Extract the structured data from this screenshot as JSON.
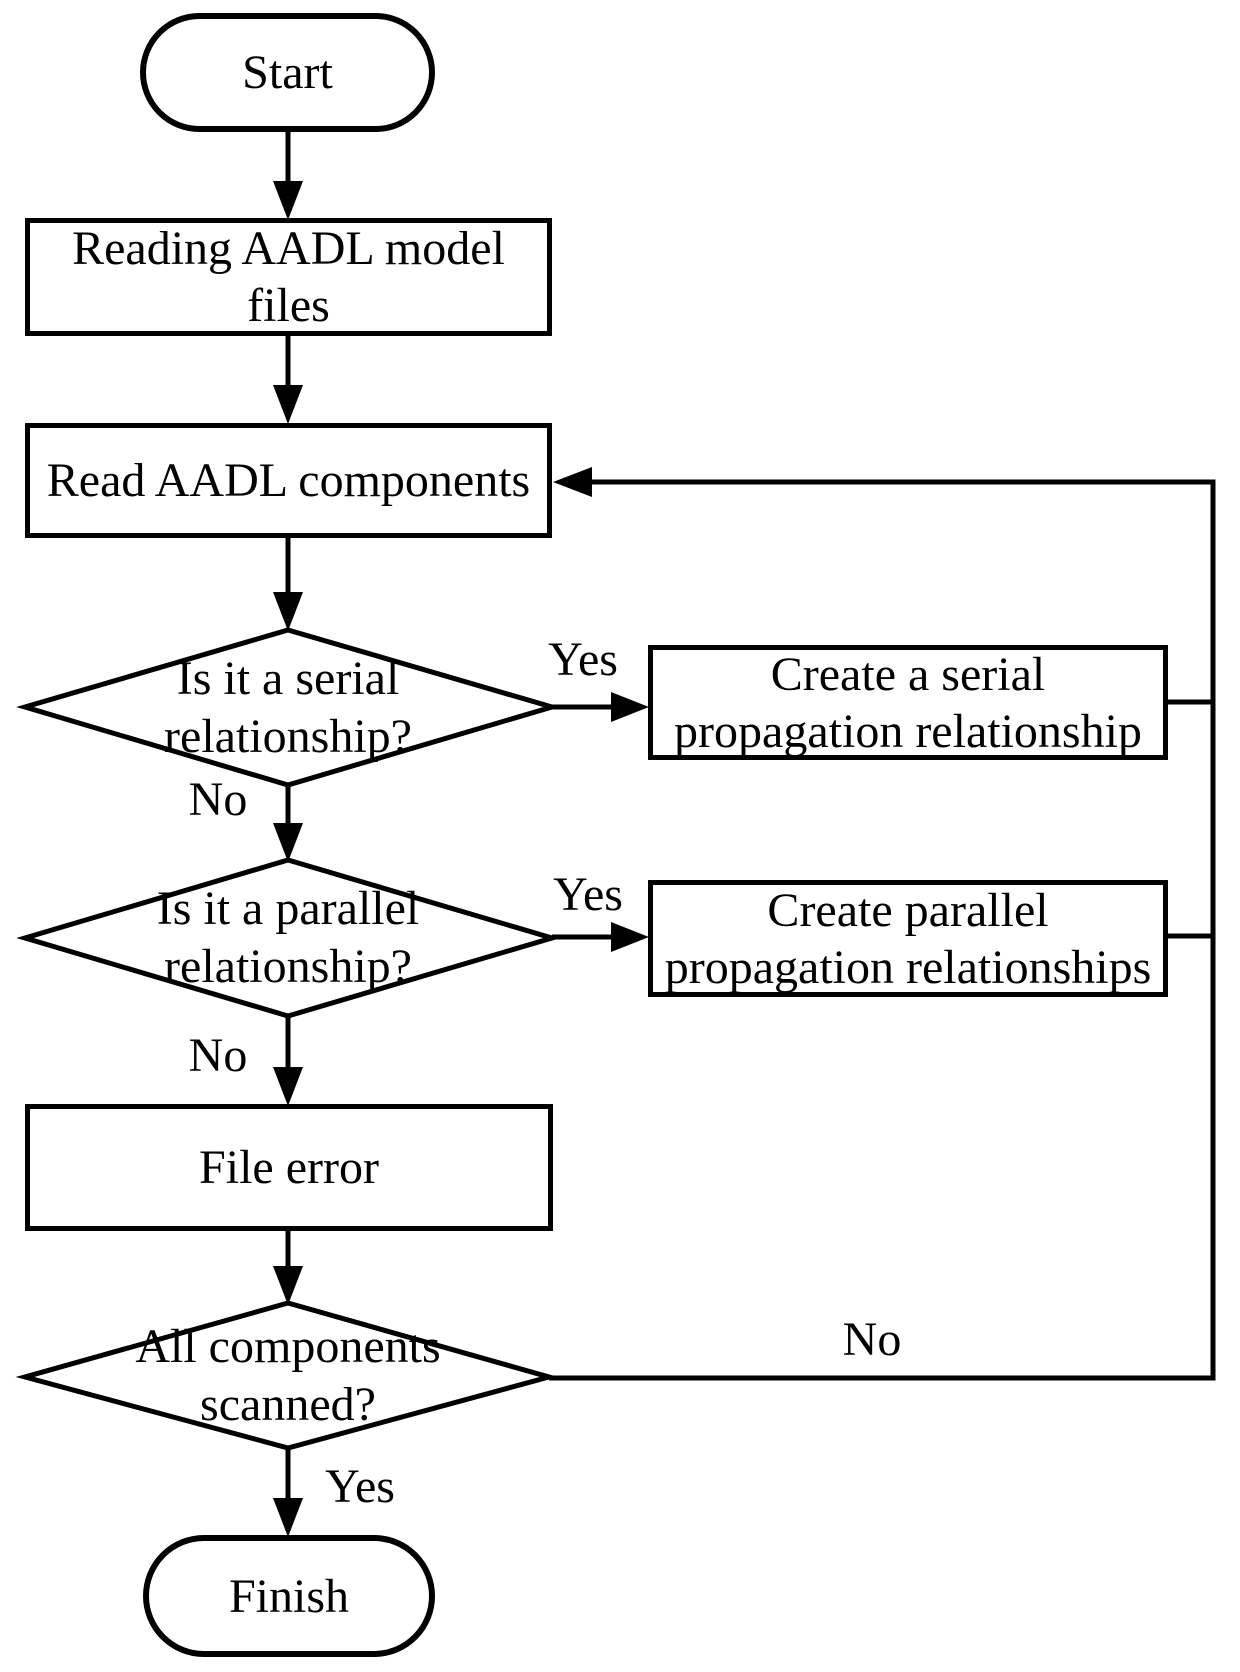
{
  "background": "#ffffff",
  "stroke_color": "#000000",
  "nodes": {
    "start": {
      "type": "terminator",
      "label": "Start"
    },
    "read_files": {
      "type": "process",
      "line1": "Reading AADL model",
      "line2": "files"
    },
    "read_components": {
      "type": "process",
      "label": "Read AADL components"
    },
    "serial_decision": {
      "type": "decision",
      "line1": "Is it a serial",
      "line2": "relationship?"
    },
    "create_serial": {
      "type": "process",
      "line1": "Create a serial",
      "line2": "propagation relationship"
    },
    "parallel_decision": {
      "type": "decision",
      "line1": "Is it a parallel",
      "line2": "relationship?"
    },
    "create_parallel": {
      "type": "process",
      "line1": "Create parallel",
      "line2": "propagation relationships"
    },
    "file_error": {
      "type": "process",
      "label": "File error"
    },
    "scan_decision": {
      "type": "decision",
      "line1": "All components",
      "line2": "scanned?"
    },
    "finish": {
      "type": "terminator",
      "label": "Finish"
    }
  },
  "edge_labels": {
    "serial_yes": "Yes",
    "serial_no": "No",
    "parallel_yes": "Yes",
    "parallel_no": "No",
    "scan_no": "No",
    "scan_yes": "Yes"
  },
  "edges": [
    {
      "from": "start",
      "to": "read_files",
      "label": ""
    },
    {
      "from": "read_files",
      "to": "read_components",
      "label": ""
    },
    {
      "from": "read_components",
      "to": "serial_decision",
      "label": ""
    },
    {
      "from": "serial_decision",
      "to": "create_serial",
      "label": "Yes"
    },
    {
      "from": "serial_decision",
      "to": "parallel_decision",
      "label": "No"
    },
    {
      "from": "parallel_decision",
      "to": "create_parallel",
      "label": "Yes"
    },
    {
      "from": "parallel_decision",
      "to": "file_error",
      "label": "No"
    },
    {
      "from": "file_error",
      "to": "scan_decision",
      "label": ""
    },
    {
      "from": "scan_decision",
      "to": "read_components",
      "label": "No"
    },
    {
      "from": "scan_decision",
      "to": "finish",
      "label": "Yes"
    },
    {
      "from": "create_serial",
      "to": "read_components",
      "label": ""
    },
    {
      "from": "create_parallel",
      "to": "read_components",
      "label": ""
    }
  ]
}
